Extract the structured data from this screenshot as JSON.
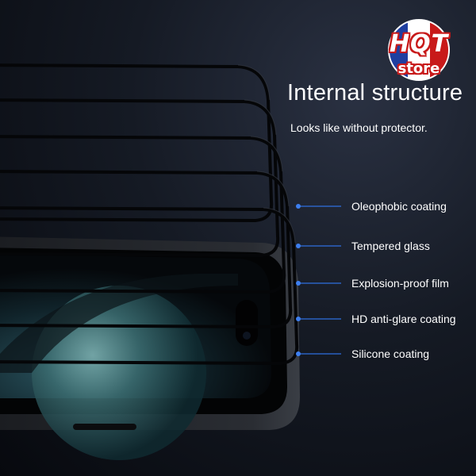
{
  "logo": {
    "line1": "HQT",
    "line2": "store",
    "colors": {
      "blue": "#1f3fa0",
      "white": "#ffffff",
      "red": "#c81a1a"
    }
  },
  "heading": {
    "title": "Internal structure",
    "subtitle": "Looks like without protector."
  },
  "layers": [
    {
      "label": "Oleophobic coating"
    },
    {
      "label": "Tempered glass"
    },
    {
      "label": "Explosion-proof film"
    },
    {
      "label": "HD anti-glare coating"
    },
    {
      "label": "Silicone coating"
    }
  ],
  "colors": {
    "pointer_line": "#2f6fe0",
    "pointer_dot": "#3d7ff0",
    "text": "#ffffff"
  }
}
